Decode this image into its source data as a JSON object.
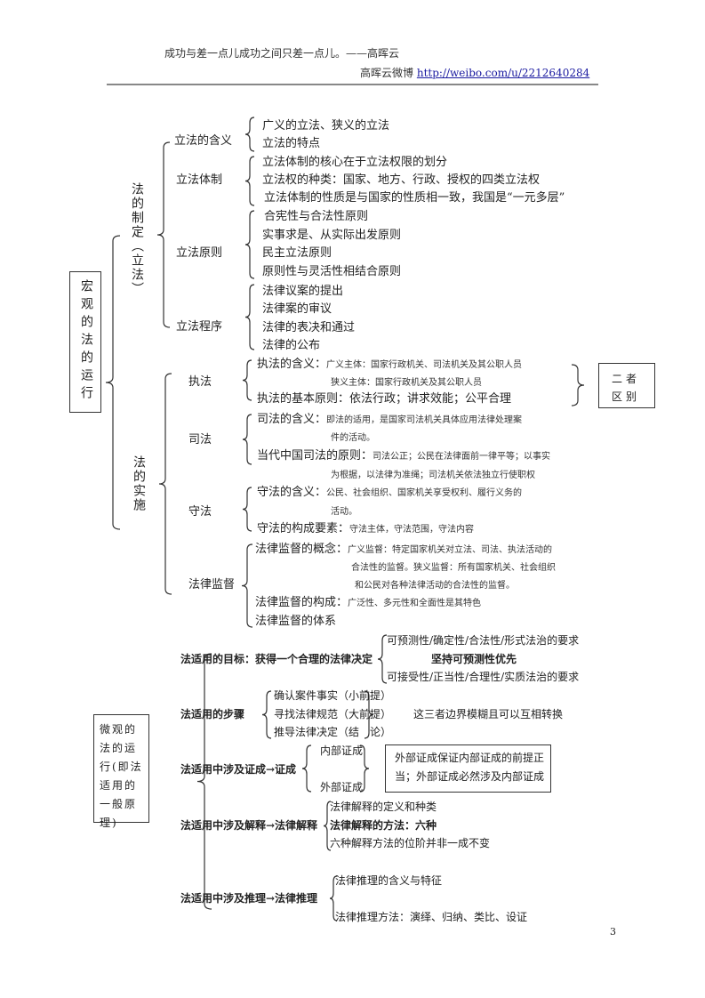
{
  "header": {
    "quote": "成功与差一点儿成功之间只差一点儿。——高晖云",
    "weibo_label": "高晖云微博",
    "weibo_link": "http://weibo.com/u/2212640284"
  },
  "macro": {
    "title": "宏观的法的运行",
    "making": {
      "label": "法的制定（立法）",
      "groups": [
        {
          "label": "立法的含义",
          "items": [
            "广义的立法、狭义的立法",
            "立法的特点"
          ]
        },
        {
          "label": "立法体制",
          "items": [
            "立法体制的核心在于立法权限的划分",
            "立法权的种类：国家、地方、行政、授权的四类立法权",
            "立法体制的性质是与国家的性质相一致，我国是“一元多层”"
          ]
        },
        {
          "label": "立法原则",
          "items": [
            "合宪性与合法性原则",
            "实事求是、从实际出发原则",
            "民主立法原则",
            "原则性与灵活性相结合原则"
          ]
        },
        {
          "label": "立法程序",
          "items": [
            "法律议案的提出",
            "法律案的审议",
            "法律的表决和通过",
            "法律的公布"
          ]
        }
      ]
    },
    "implementation": {
      "label": "法的实施",
      "groups": [
        {
          "label": "执法",
          "items": [
            {
              "head": "执法的含义：",
              "text": "广义主体：国家行政机关、司法机关及其公职人员"
            },
            {
              "head": "",
              "text": "狭义主体：国家行政机关及其公职人员"
            },
            {
              "head": "执法的基本原则：依法行政；讲求效能；公平合理",
              "text": ""
            }
          ]
        },
        {
          "label": "司法",
          "items": [
            {
              "head": "司法的含义：",
              "text": "即法的适用，是国家司法机关具体应用法律处理案"
            },
            {
              "head": "",
              "text": "件的活动。"
            },
            {
              "head": "当代中国司法的原则：",
              "text": "司法公正；公民在法律面前一律平等；以事实"
            },
            {
              "head": "",
              "text": "为根据，以法律为准绳；司法机关依法独立行使职权"
            }
          ]
        },
        {
          "label": "守法",
          "items": [
            {
              "head": "守法的含义：",
              "text": "公民、社会组织、国家机关享受权利、履行义务的"
            },
            {
              "head": "",
              "text": "活动。"
            },
            {
              "head": "守法的构成要素：",
              "text": "守法主体，守法范围，守法内容"
            }
          ]
        },
        {
          "label": "法律监督",
          "items": [
            {
              "head": "法律监督的概念：",
              "text": "广义监督：特定国家机关对立法、司法、执法活动的"
            },
            {
              "head": "",
              "text": "合法性的监督。狭义监督：所有国家机关、社会组织"
            },
            {
              "head": "",
              "text": "和公民对各种法律活动的合法性的监督。"
            },
            {
              "head": "法律监督的构成：",
              "text": "广泛性、多元性和全面性是其特色"
            },
            {
              "head": "法律监督的体系",
              "text": ""
            }
          ]
        }
      ],
      "difference_box": "二者区别"
    }
  },
  "micro": {
    "title": "微观的法的运行(即法适用的一般原理)",
    "rows": [
      {
        "label": "法适用的目标：获得一个合理的法律决定",
        "items": [
          "可预测性/确定性/合法性/形式法治的要求",
          "坚持可预测性优先",
          "可接受性/正当性/合理性/实质法治的要求"
        ]
      },
      {
        "label": "法适用的步骤",
        "items": [
          "确认案件事实（小前提）",
          "寻找法律规范（大前提）",
          "推导法律决定（结　论）"
        ],
        "note": "这三者边界模糊且可以互相转换"
      },
      {
        "label": "法适用中涉及证成→证成",
        "items": [
          "内部证成",
          "外部证成"
        ],
        "note": "外部证成保证内部证成的前提正当；外部证成必然涉及内部证成"
      },
      {
        "label": "法适用中涉及解释→法律解释",
        "items": [
          "法律解释的定义和种类",
          "法律解释的方法：六种",
          "六种解释方法的位阶并非一成不变"
        ]
      },
      {
        "label": "法适用中涉及推理→法律推理",
        "items": [
          "法律推理的含义与特征",
          "法律推理方法：演绎、归纳、类比、设证"
        ]
      }
    ]
  },
  "page_number": "3"
}
